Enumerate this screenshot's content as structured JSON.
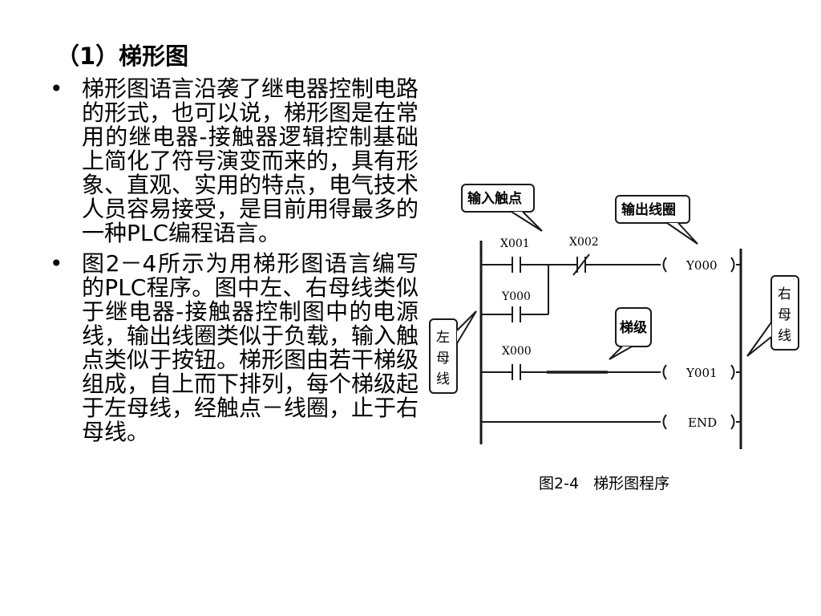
{
  "slide": {
    "heading": "（1）梯形图",
    "bullets": [
      {
        "marker": "•",
        "text": "梯形图语言沿袭了继电器控制电路的形式，也可以说，梯形图是在常用的继电器-接触器逻辑控制基础上简化了符号演变而来的，具有形象、直观、实用的特点，电气技术人员容易接受，是目前用得最多的一种PLC编程语言。"
      },
      {
        "marker": "•",
        "text": "图2－4所示为用梯形图语言编写的PLC程序。图中左、右母线类似于继电器-接触器控制图中的电源线，输出线圈类似于负载，输入触点类似于按钮。梯形图由若干梯级组成，自上而下排列，每个梯级起于左母线，经触点－线圈，止于右母线。"
      }
    ]
  },
  "figure": {
    "caption": "图2-4   梯形图程序",
    "callouts": {
      "input_contact": "输入触点",
      "output_coil": "输出线圈",
      "rung": "梯级",
      "left_bus": "左母线",
      "right_bus": "右母线"
    },
    "contacts": {
      "x001": "X001",
      "x002": "X002",
      "y000": "Y000",
      "x000": "X000"
    },
    "coils": {
      "y000": "Y000",
      "y001": "Y001",
      "end": "END"
    },
    "colors": {
      "line": "#1a1a1a",
      "callout_fill": "#ffffff"
    }
  }
}
